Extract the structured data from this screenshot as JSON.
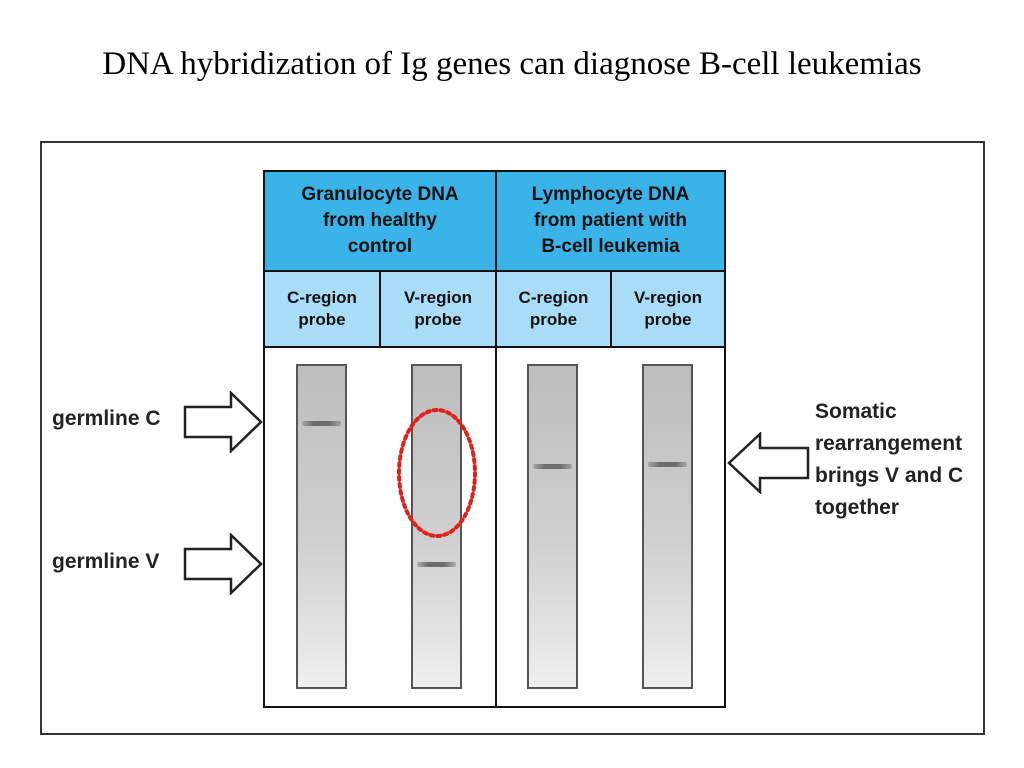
{
  "title": "DNA hybridization of Ig genes can diagnose B-cell leukemias",
  "groups": [
    {
      "label_lines": [
        "Granulocyte DNA",
        "from healthy",
        "control"
      ],
      "probes": [
        {
          "label_lines": [
            "C-region",
            "probe"
          ]
        },
        {
          "label_lines": [
            "V-region",
            "probe"
          ]
        }
      ]
    },
    {
      "label_lines": [
        "Lymphocyte DNA",
        "from patient with",
        "B-cell leukemia"
      ],
      "probes": [
        {
          "label_lines": [
            "C-region",
            "probe"
          ]
        },
        {
          "label_lines": [
            "V-region",
            "probe"
          ]
        }
      ]
    }
  ],
  "left_labels": {
    "germline_c": "germline C",
    "germline_v": "germline V"
  },
  "right_note": {
    "lines": [
      "Somatic",
      "rearrangement",
      "brings V and C",
      "together"
    ]
  },
  "colors": {
    "group_header": "#39b3e8",
    "probe_header": "#a9dcf6",
    "highlight_circle": "#e0201b"
  },
  "icons": {
    "left_arrows": "arrow-right-outline-icon",
    "right_arrow": "arrow-left-outline-icon"
  }
}
